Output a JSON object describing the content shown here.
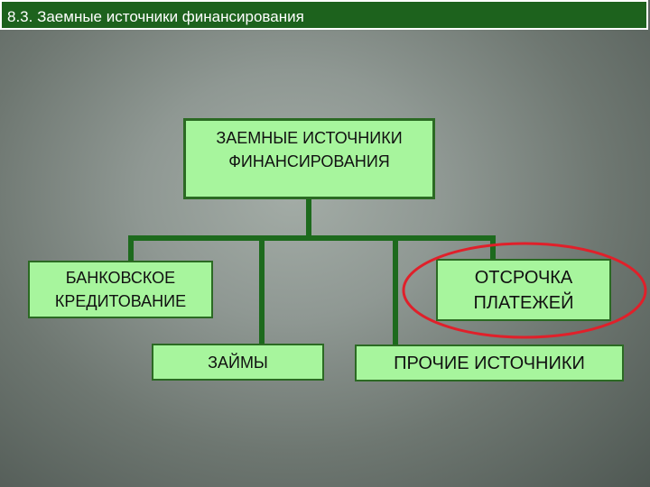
{
  "header": {
    "title": "8.3. Заемные источники финансирования"
  },
  "diagram": {
    "root": "ЗАЕМНЫЕ ИСТОЧНИКИ\nФИНАНСИРОВАНИЯ",
    "children": {
      "bank_lending": "БАНКОВСКОЕ\nКРЕДИТОВАНИЕ",
      "loans": "ЗАЙМЫ",
      "payment_deferral": "ОТСРОЧКА\nПЛАТЕЖЕЙ",
      "other_sources": "ПРОЧИЕ ИСТОЧНИКИ"
    },
    "colors": {
      "box_fill": "#a7f59d",
      "box_border": "#2b6a23",
      "connector": "#1d6a1d",
      "highlight": "#e0202a",
      "title_bar": "#1d621d"
    },
    "highlighted_node": "payment_deferral"
  }
}
